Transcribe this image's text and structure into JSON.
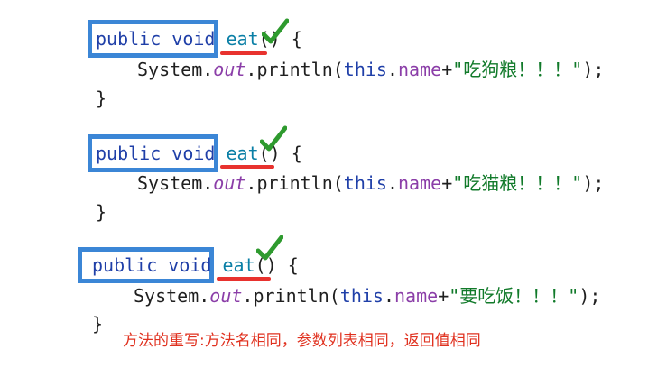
{
  "blocks": [
    {
      "keyword": "public void",
      "method": "eat",
      "params": "()",
      "open_brace": " {",
      "stmt_prefix": "System.",
      "stmt_out": "out",
      "stmt_println": ".println(",
      "stmt_this": "this",
      "stmt_dot": ".",
      "stmt_name": "name",
      "stmt_plus": "+",
      "stmt_string": "\"吃狗粮！！！\"",
      "stmt_end": ");",
      "close_brace": "}"
    },
    {
      "keyword": "public void",
      "method": "eat",
      "params": "()",
      "open_brace": " {",
      "stmt_prefix": "System.",
      "stmt_out": "out",
      "stmt_println": ".println(",
      "stmt_this": "this",
      "stmt_dot": ".",
      "stmt_name": "name",
      "stmt_plus": "+",
      "stmt_string": "\"吃猫粮！！！\"",
      "stmt_end": ");",
      "close_brace": "}"
    },
    {
      "keyword": "public void",
      "method": "eat",
      "params": "()",
      "open_brace": " {",
      "stmt_prefix": "System.",
      "stmt_out": "out",
      "stmt_println": ".println(",
      "stmt_this": "this",
      "stmt_dot": ".",
      "stmt_name": "name",
      "stmt_plus": "+",
      "stmt_string": "\"要吃饭！！！\"",
      "stmt_end": ");",
      "close_brace": "}"
    }
  ],
  "caption": "方法的重写:方法名相同，参数列表相同，返回值相同",
  "colors": {
    "box": "#3b86d6",
    "underline": "#e8322e",
    "check": "#2e9a2e",
    "caption": "#e0311f"
  }
}
